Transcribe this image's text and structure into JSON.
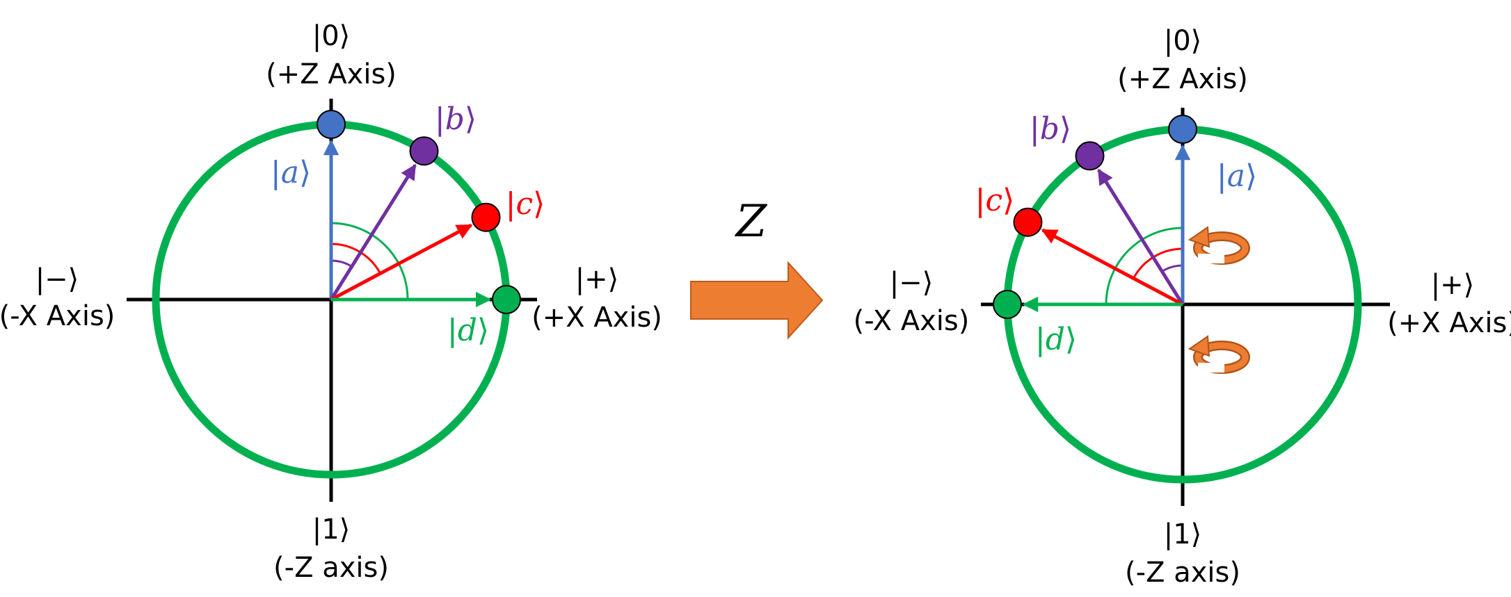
{
  "colors": {
    "circle": "#00b050",
    "axis": "#000000",
    "a": "#4472c4",
    "b": "#7030a0",
    "c": "#ff0000",
    "d": "#00b050",
    "transform_arrow": "#ed7d31",
    "rotation_arrow": "#ed7d31"
  },
  "icons": {
    "transform": "right-arrow-icon",
    "rotation": "curved-rotation-arrow-icon"
  },
  "gate_label": "Z",
  "left": {
    "top_ket": "|0⟩",
    "top_axis": "(+Z Axis)",
    "bottom_ket": "|1⟩",
    "bottom_axis": "(-Z axis)",
    "left_ket": "|−⟩",
    "left_axis": "(-X Axis)",
    "right_ket": "|+⟩",
    "right_axis": "(+X Axis)",
    "states": [
      {
        "key": "a",
        "symbol": "a",
        "angle_deg": 0
      },
      {
        "key": "b",
        "symbol": "b",
        "angle_deg": 32
      },
      {
        "key": "c",
        "symbol": "c",
        "angle_deg": 62
      },
      {
        "key": "d",
        "symbol": "d",
        "angle_deg": 90
      }
    ]
  },
  "right": {
    "top_ket": "|0⟩",
    "top_axis": "(+Z Axis)",
    "bottom_ket": "|1⟩",
    "bottom_axis": "(-Z axis)",
    "left_ket": "|−⟩",
    "left_axis": "(-X Axis)",
    "right_ket": "|+⟩",
    "right_axis": "(+X Axis)",
    "states": [
      {
        "key": "a",
        "symbol": "a",
        "angle_deg": 0
      },
      {
        "key": "b",
        "symbol": "b",
        "angle_deg": -32
      },
      {
        "key": "c",
        "symbol": "c",
        "angle_deg": -62
      },
      {
        "key": "d",
        "symbol": "d",
        "angle_deg": -90
      }
    ]
  }
}
